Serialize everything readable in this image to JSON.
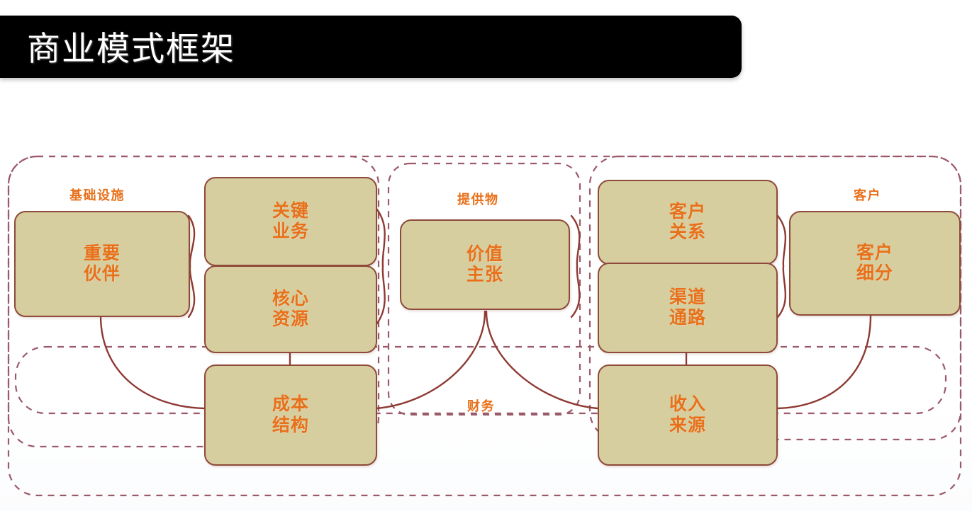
{
  "header": {
    "title": "商业模式框架"
  },
  "theme": {
    "title_bar_bg": "#000000",
    "title_text_color": "#ffffff",
    "block_fill": "#d7ce9f",
    "block_border": "#8e4a3a",
    "block_text_color": "#e8701a",
    "caption_color": "#e8701a",
    "dashed_group_color": "#9b5a6a",
    "connector_color": "#8e3a33",
    "page_bg": "#ffffff"
  },
  "diagram": {
    "type": "business-model-canvas",
    "groups": [
      {
        "id": "infrastructure",
        "caption": "基础设施"
      },
      {
        "id": "offering",
        "caption": "提供物"
      },
      {
        "id": "customer",
        "caption": "客户"
      },
      {
        "id": "finance",
        "caption": "财务"
      }
    ],
    "blocks": [
      {
        "id": "key-partners",
        "label": "重要\n伙伴",
        "group": "infrastructure"
      },
      {
        "id": "key-activities",
        "label": "关键\n业务",
        "group": "infrastructure"
      },
      {
        "id": "key-resources",
        "label": "核心\n资源",
        "group": "infrastructure"
      },
      {
        "id": "value-proposition",
        "label": "价值\n主张",
        "group": "offering"
      },
      {
        "id": "customer-relationships",
        "label": "客户\n关系",
        "group": "customer"
      },
      {
        "id": "channels",
        "label": "渠道\n通路",
        "group": "customer"
      },
      {
        "id": "customer-segments",
        "label": "客户\n细分",
        "group": "customer"
      },
      {
        "id": "cost-structure",
        "label": "成本\n结构",
        "group": "finance"
      },
      {
        "id": "revenue-streams",
        "label": "收入\n来源",
        "group": "finance"
      }
    ],
    "connections": [
      {
        "from": "key-partners",
        "to": "key-activities"
      },
      {
        "from": "key-partners",
        "to": "key-resources"
      },
      {
        "from": "key-activities",
        "to": "key-resources"
      },
      {
        "from": "key-activities",
        "to": "value-proposition"
      },
      {
        "from": "key-resources",
        "to": "value-proposition"
      },
      {
        "from": "value-proposition",
        "to": "customer-relationships"
      },
      {
        "from": "value-proposition",
        "to": "channels"
      },
      {
        "from": "customer-relationships",
        "to": "customer-segments"
      },
      {
        "from": "channels",
        "to": "customer-segments"
      },
      {
        "from": "key-partners",
        "to": "cost-structure"
      },
      {
        "from": "key-resources",
        "to": "cost-structure"
      },
      {
        "from": "value-proposition",
        "to": "cost-structure"
      },
      {
        "from": "value-proposition",
        "to": "revenue-streams"
      },
      {
        "from": "channels",
        "to": "revenue-streams"
      },
      {
        "from": "customer-segments",
        "to": "revenue-streams"
      }
    ]
  }
}
